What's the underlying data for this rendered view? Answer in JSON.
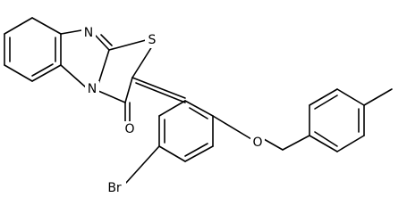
{
  "molecule": {
    "name": "",
    "atoms": {
      "N_imidazole": "N",
      "N_bridge": "N",
      "S": "S",
      "O_carbonyl": "O",
      "O_ether": "O",
      "Br": "Br"
    }
  },
  "colors": {
    "bond": "#000000",
    "background": "#ffffff",
    "text": "#000000"
  }
}
